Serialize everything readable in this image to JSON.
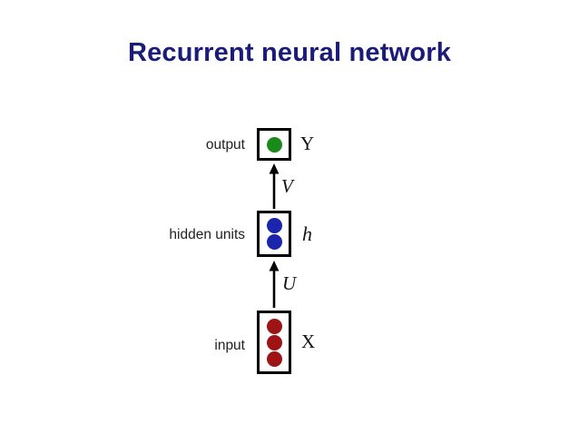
{
  "slide": {
    "title": "Recurrent neural network",
    "background_color": "#ffffff",
    "title_color": "#1b1b7a"
  },
  "diagram": {
    "type": "recurrent-neural-network-architecture",
    "orientation": "vertical-bottom-to-top",
    "layers": [
      {
        "id": "output",
        "row_label": "output",
        "variable": "Y",
        "variable_italic": false,
        "unit_count": 1,
        "unit_color": "#1a8a1a",
        "box_border_color": "#000000"
      },
      {
        "id": "hidden",
        "row_label": "hidden units",
        "variable": "h",
        "variable_italic": true,
        "unit_count": 2,
        "unit_color": "#1b24ad",
        "box_border_color": "#000000"
      },
      {
        "id": "input",
        "row_label": "input",
        "variable": "X",
        "variable_italic": false,
        "unit_count": 3,
        "unit_color": "#9e1414",
        "box_border_color": "#000000"
      }
    ],
    "connections": [
      {
        "id": "v",
        "label": "V",
        "from": "hidden",
        "to": "output",
        "direction": "up",
        "color": "#000000"
      },
      {
        "id": "u",
        "label": "U",
        "from": "input",
        "to": "hidden",
        "direction": "up",
        "color": "#000000"
      }
    ]
  }
}
